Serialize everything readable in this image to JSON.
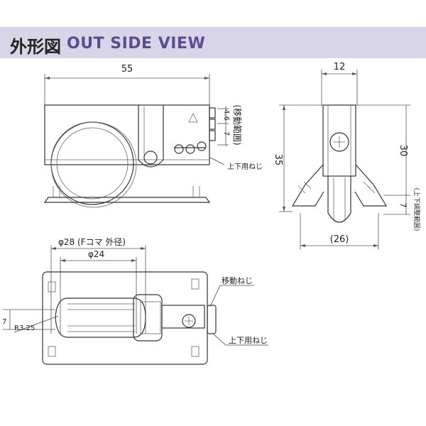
{
  "header": {
    "title_jp": "外形図",
    "title_en": "OUT SIDE VIEW",
    "accent_color": "#5b4d8f",
    "banner_color": "#d9d5e8"
  },
  "front_view": {
    "width_dim": "55",
    "range_dim_small": "4.6",
    "range_dim_large": "7",
    "range_label": "(移動範囲)",
    "screw_label": "上下用ねじ"
  },
  "side_view": {
    "width_dim": "12",
    "height_total": "35",
    "height_upper": "30",
    "adjust_dim": "7",
    "adjust_label": "(上下調整範囲)",
    "bottom_dim": "(26)"
  },
  "top_view": {
    "outer_dia": "φ28 (Fコマ 外径)",
    "inner_dia": "φ24",
    "radius": "R3.25",
    "width_dim": "7",
    "move_screw_label": "移動ねじ",
    "vertical_screw_label": "上下用ねじ"
  }
}
